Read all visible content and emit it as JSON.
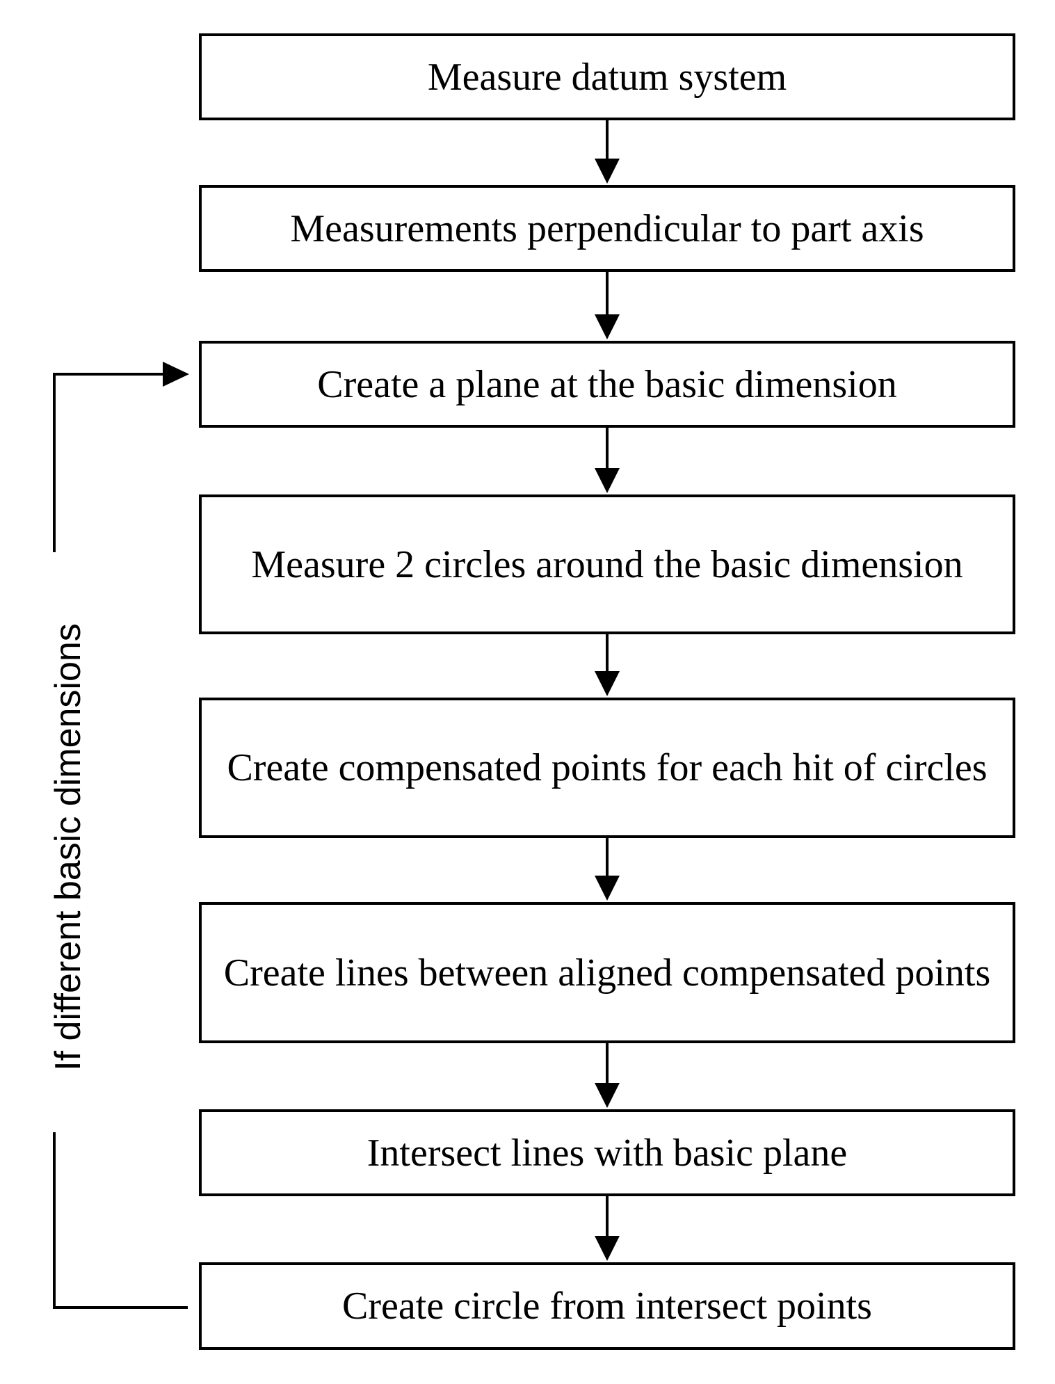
{
  "flowchart": {
    "steps": [
      "Measure datum system",
      "Measurements perpendicular to part axis",
      "Create a plane at the basic dimension",
      "Measure 2 circles around the basic dimension",
      "Create compensated points for each hit of circles",
      "Create lines between aligned compensated points",
      "Intersect lines with basic plane",
      "Create circle from intersect points"
    ],
    "loop_label": "If different basic dimensions"
  }
}
